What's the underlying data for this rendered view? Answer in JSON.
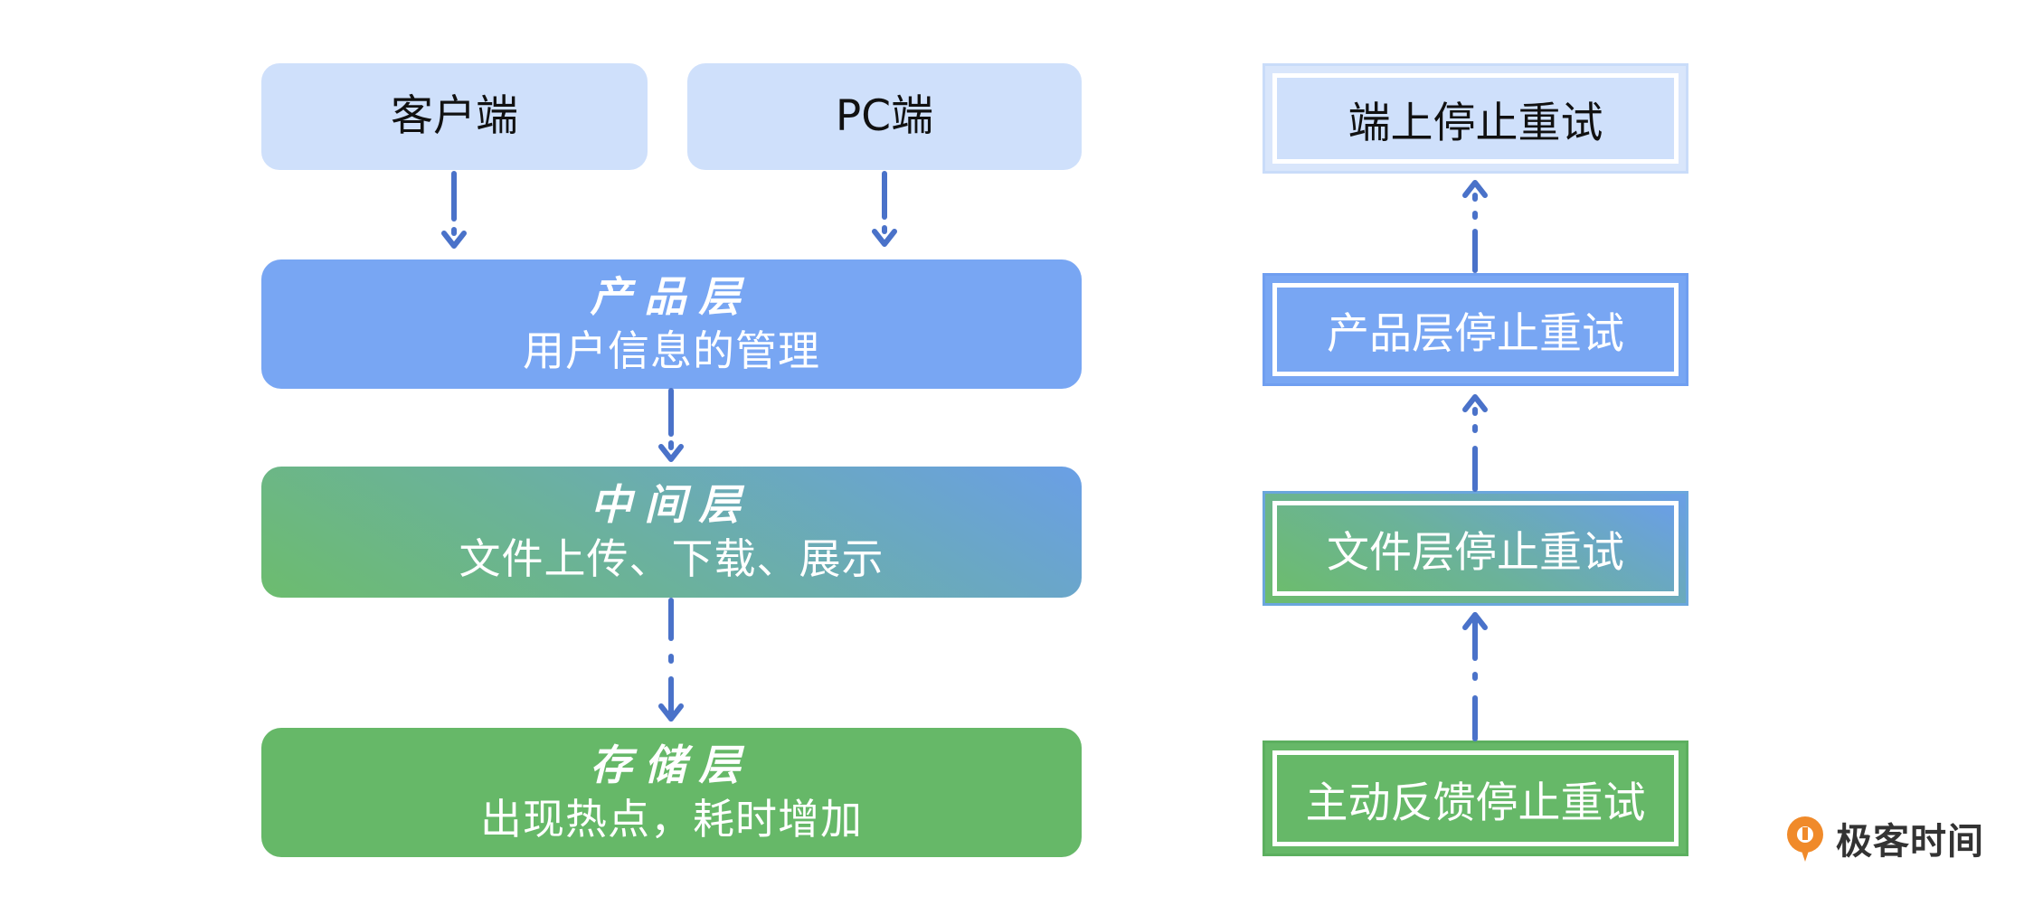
{
  "clients": {
    "client_label": "客户端",
    "pc_label": "PC端"
  },
  "layers": {
    "product": {
      "title": "产品层",
      "desc": "用户信息的管理"
    },
    "middle": {
      "title": "中间层",
      "desc": "文件上传、下载、展示"
    },
    "storage": {
      "title": "存储层",
      "desc": "出现热点，耗时增加"
    }
  },
  "retry_chain": {
    "end": "端上停止重试",
    "product": "产品层停止重试",
    "file": "文件层停止重试",
    "active": "主动反馈停止重试"
  },
  "logo": {
    "text": "极客时间",
    "icon": "geektime-logo-icon"
  },
  "colors": {
    "client_box": "#cfe0fb",
    "product_layer": "#78a6f3",
    "middle_layer_from": "#6cbc6e",
    "middle_layer_to": "#6a9fe6",
    "storage_layer": "#66b868",
    "arrow": "#4a72c9",
    "logo_orange": "#f08a2a"
  }
}
